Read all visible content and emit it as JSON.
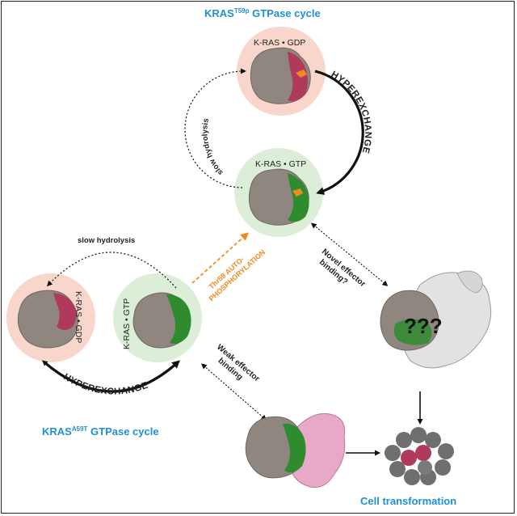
{
  "top_cycle": {
    "title_prefix": "KRAS",
    "title_sup": "T59p",
    "title_suffix": " GTPase cycle",
    "gdp_label": "K-RAS • GDP",
    "gtp_label": "K-RAS • GTP",
    "hydrolysis_label": "slow hydrolysis",
    "exchange_label": "HYPEREXCHANGE"
  },
  "left_cycle": {
    "title_prefix": "KRAS",
    "title_sup": "A59T",
    "title_suffix": " GTPase cycle",
    "gdp_label": "K-RAS • GDP",
    "gtp_label": "K-RAS • GTP",
    "hydrolysis_label": "slow hydrolysis",
    "exchange_label": "HYPEREXCHANGE"
  },
  "autophos": {
    "line1": "Thr59 AUTO-",
    "line2": "PHOSPHORYLATION"
  },
  "novel": {
    "line1": "Novel effector",
    "line2": "binding?",
    "marks": "???"
  },
  "weak": {
    "line1": "Weak effector",
    "line2": "binding"
  },
  "cell_transformation": "Cell transformation",
  "colors": {
    "blue_title": "#1e90d6",
    "orange": "#f08a1e",
    "gdp_halo": "#f8d6cc",
    "gtp_halo": "#dceed8",
    "ras_gray": "#8f877f",
    "switch_red": "#b03a5b",
    "switch_green": "#2e8b2e",
    "effector_gray": "#e2e2e2",
    "effector_pink": "#e8a9c8"
  }
}
